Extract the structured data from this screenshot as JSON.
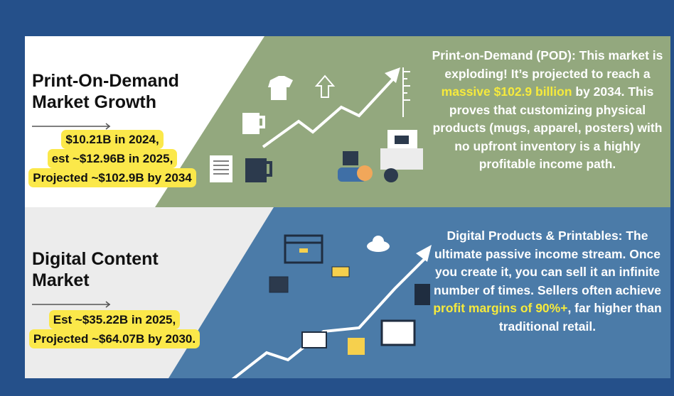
{
  "pod": {
    "title_line1": "Print-On-Demand",
    "title_line2": "Market Growth",
    "stats": [
      "$10.21B in 2024,",
      "est ~$12.96B in 2025,",
      "Projected ~$102.9B by 2034"
    ],
    "desc_before": "Print-on-Demand (POD): This market is exploding! It’s projected to reach a ",
    "desc_highlight": "massive $102.9 billion",
    "desc_after": " by 2034. This proves that customizing physical products (mugs, apparel, posters) with no upfront inventory is a highly profitable income path."
  },
  "digital": {
    "title_line1": "Digital Content",
    "title_line2": "Market",
    "stats": [
      "Est ~$35.22B in 2025,",
      "Projected ~$64.07B by 2030."
    ],
    "desc_before": "Digital Products & Printables: The ultimate passive income stream. Once you create it, you can sell it an infinite number of times. Sellers often achieve ",
    "desc_highlight": "profit margins of 90%+",
    "desc_after": ", far higher than traditional retail."
  },
  "colors": {
    "background": "#25508a",
    "green": "#93a87e",
    "blue": "#4b7ba8",
    "highlight": "#fbe84a"
  }
}
